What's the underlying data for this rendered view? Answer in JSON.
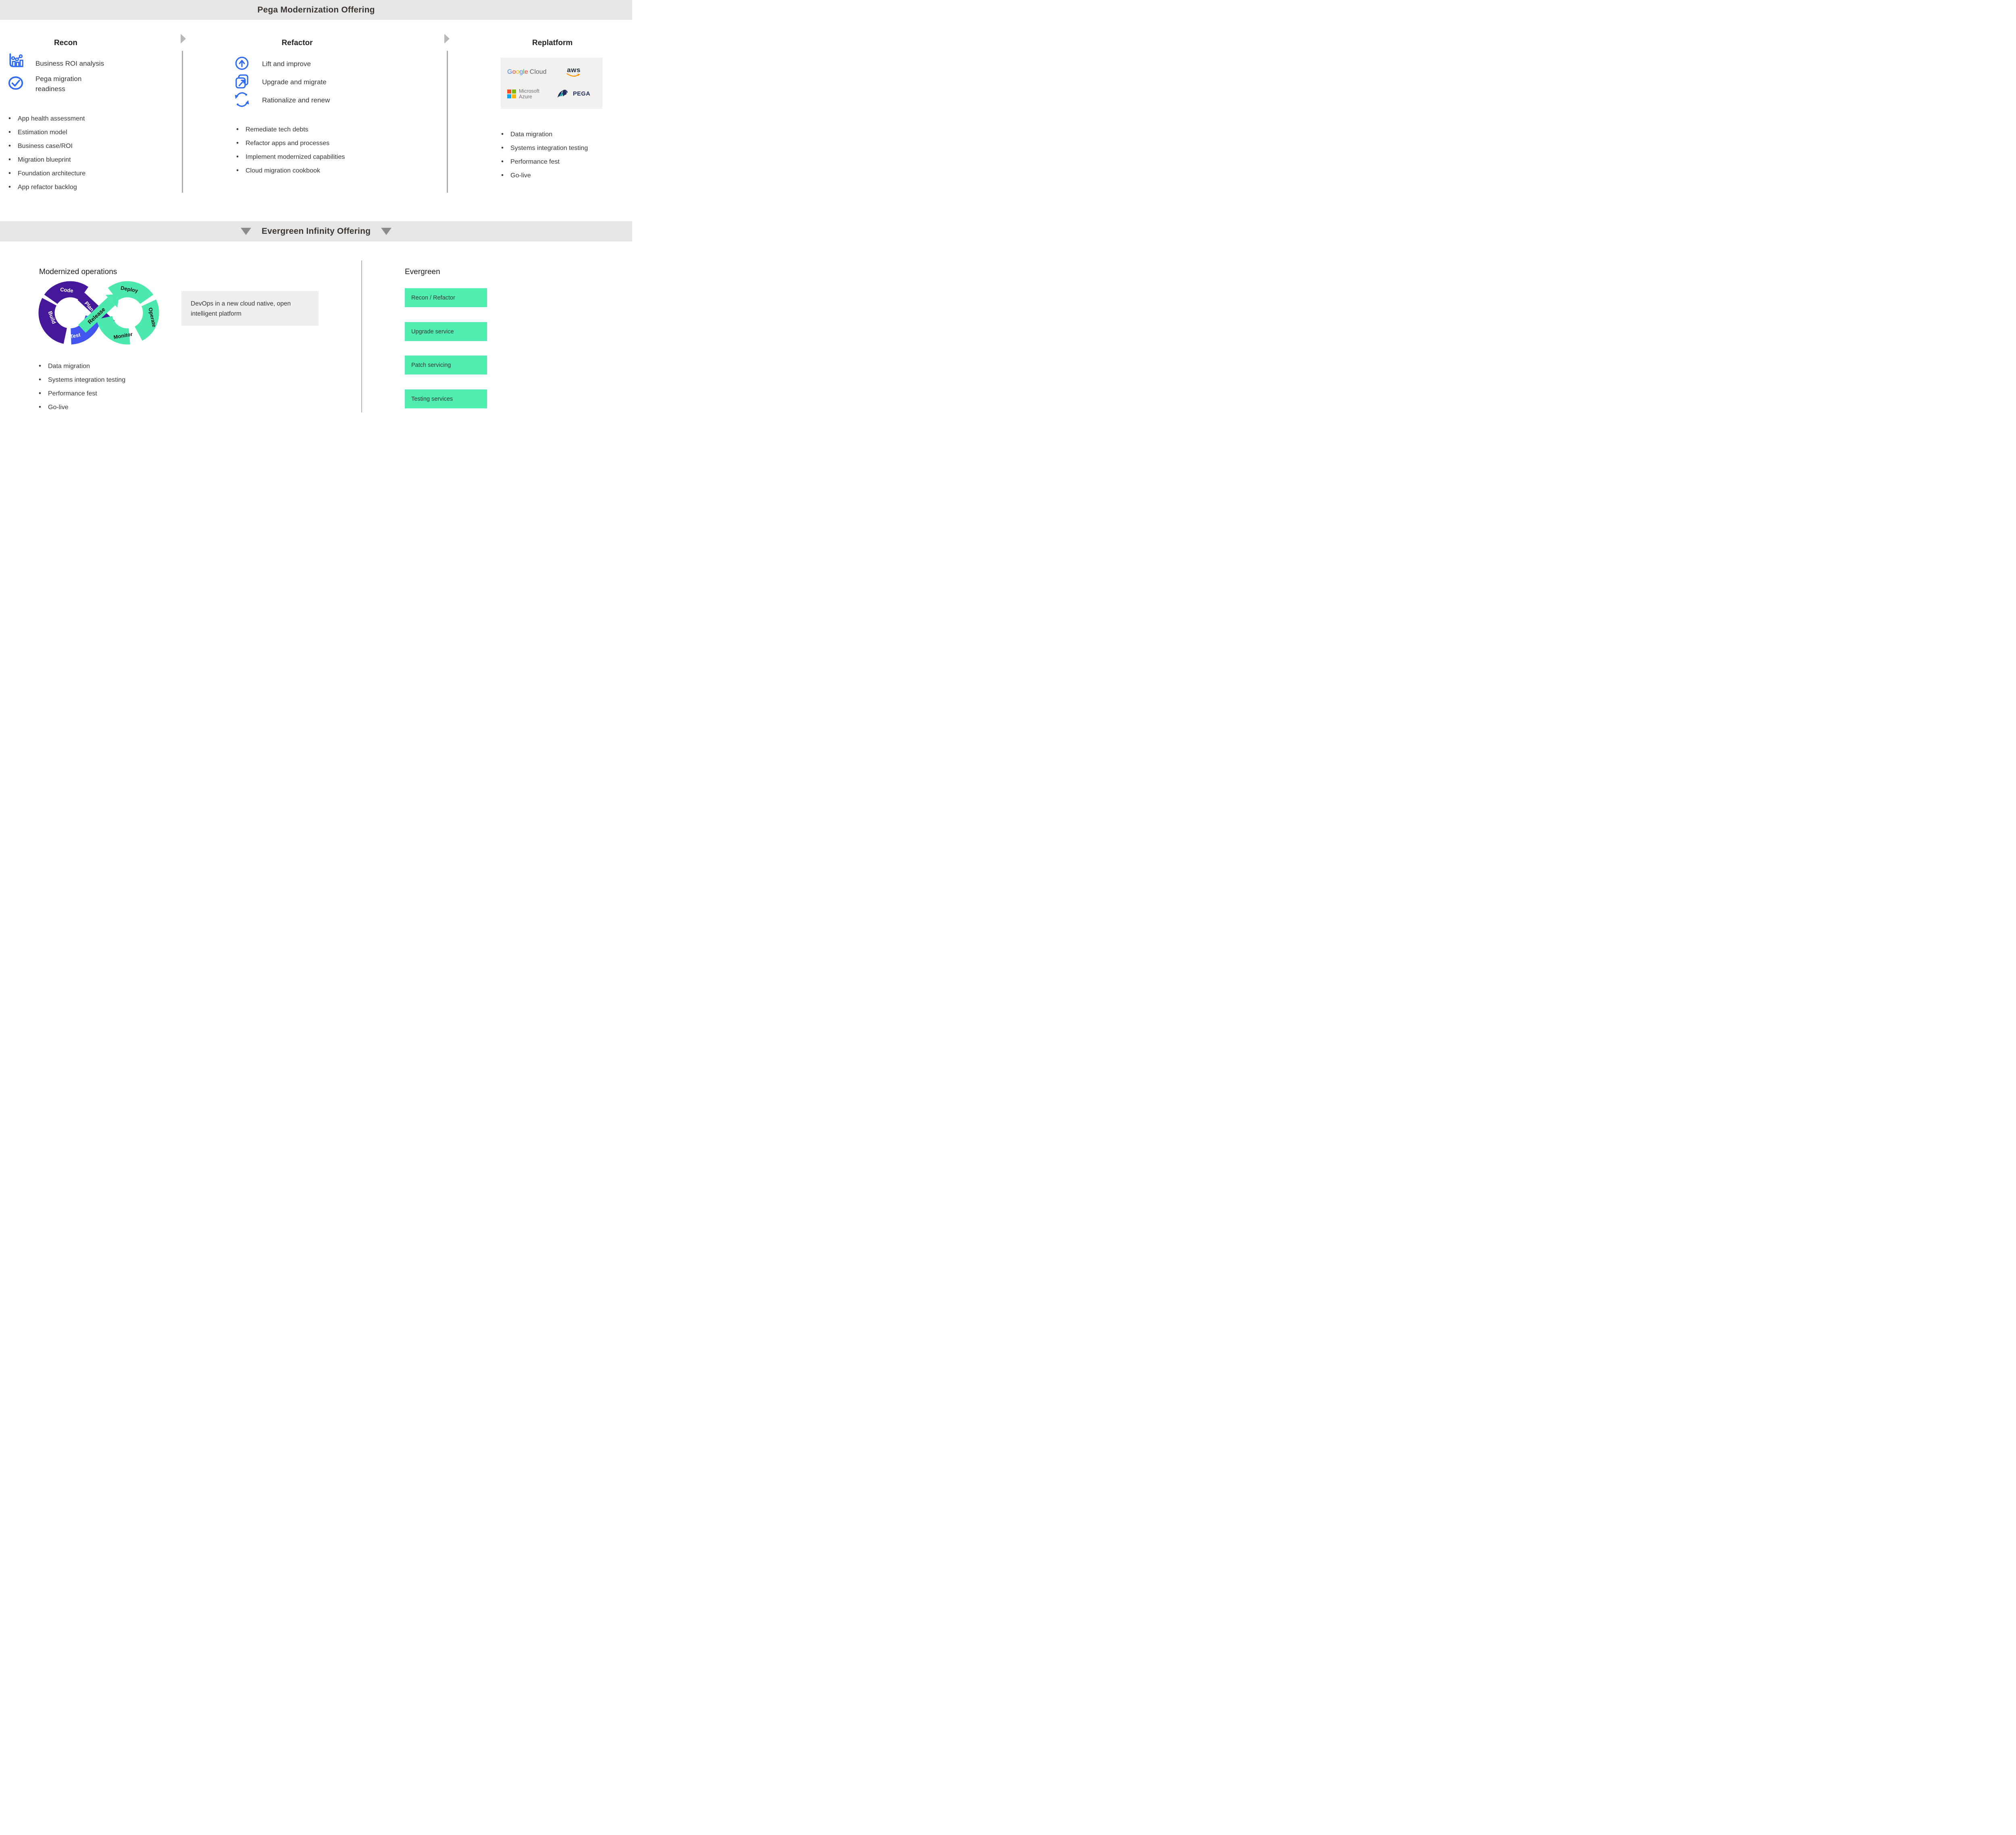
{
  "header": {
    "title": "Pega Modernization Offering"
  },
  "columns": {
    "recon": {
      "title": "Recon",
      "features": [
        {
          "icon": "roi-chart-icon",
          "label": "Business ROI analysis"
        },
        {
          "icon": "check-circle-icon",
          "label": "Pega migration readiness"
        }
      ],
      "bullets": [
        "App health assessment",
        "Estimation model",
        "Business case/ROI",
        "Migration blueprint",
        "Foundation architecture",
        "App refactor backlog"
      ]
    },
    "refactor": {
      "title": "Refactor",
      "features": [
        {
          "icon": "lift-improve-icon",
          "label": "Lift and improve"
        },
        {
          "icon": "upgrade-migrate-icon",
          "label": "Upgrade and migrate"
        },
        {
          "icon": "rationalize-renew-icon",
          "label": "Rationalize and renew"
        }
      ],
      "bullets": [
        "Remediate tech debts",
        "Refactor apps and processes",
        "Implement modernized capabilities",
        "Cloud migration cookbook"
      ]
    },
    "replatform": {
      "title": "Replatform",
      "logos": {
        "google": {
          "letters": [
            "G",
            "o",
            "o",
            "g",
            "l",
            "e"
          ],
          "cloud": "Cloud"
        },
        "aws": "aws",
        "microsoft": {
          "line1": "Microsoft",
          "line2": "Azure"
        },
        "pega": "PEGA"
      },
      "bullets": [
        "Data migration",
        "Systems integration testing",
        "Performance fest",
        "Go-live"
      ]
    }
  },
  "evergreen_bar": {
    "title": "Evergreen Infinity Offering"
  },
  "modernized": {
    "title": "Modernized operations",
    "infinity": {
      "code": "Code",
      "plan": "Plan",
      "build": "Build",
      "test": "Test",
      "release": "Release",
      "deploy": "Deploy",
      "operate": "Operate",
      "monitor": "Monitor"
    },
    "devops_note": "DevOps in a new cloud native, open intelligent platform",
    "bullets": [
      "Data migration",
      "Systems integration testing",
      "Performance fest",
      "Go-live"
    ]
  },
  "evergreen": {
    "title": "Evergreen",
    "services": [
      "Recon / Refactor",
      "Upgrade service",
      "Patch servicing",
      "Testing services"
    ]
  },
  "colors": {
    "accent_blue": "#2F6BF2",
    "purple": "#45189B",
    "test_blue": "#4355EF",
    "mint_green": "#4FEDB0",
    "bar_gray": "#E8E6E5",
    "divider_gray": "#AEABA9",
    "arrow_gray": "#B9B7B5",
    "logo_box_gray": "#F2F1F0",
    "devops_box_gray": "#F0EFEE",
    "text_dark": "#3A3633",
    "google_blue": "#4285F4",
    "google_red": "#EA4335",
    "google_yellow": "#FBBC05",
    "google_green": "#34A853",
    "google_cloud_gray": "#5F6368",
    "aws_navy": "#232F3E",
    "aws_orange": "#FF9900",
    "ms_red": "#F25022",
    "ms_green": "#7FBA00",
    "ms_blue": "#00A4EF",
    "ms_yellow": "#FFB900",
    "ms_text_gray": "#737373",
    "pega_navy": "#1F2C5C",
    "pega_teal": "#1AA8A0"
  }
}
